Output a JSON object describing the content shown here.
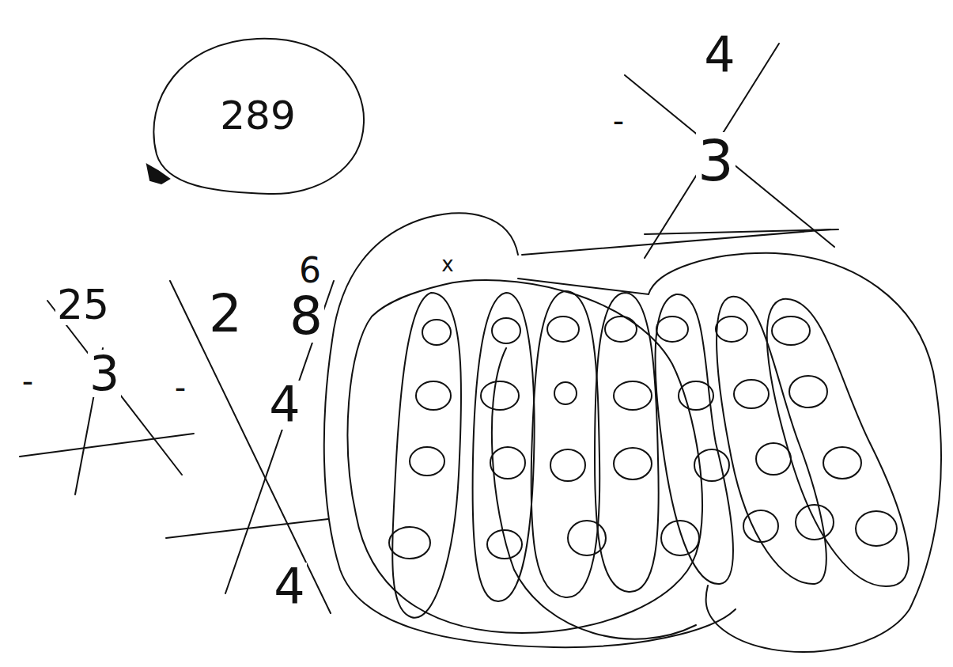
{
  "diagram": {
    "nodes": [
      {
        "text": [
          "289"
        ]
      }
    ],
    "labels": [
      "4",
      "-",
      "3",
      "25",
      "-",
      "3",
      "2",
      "8",
      "6",
      "-",
      "4",
      "4",
      "x"
    ]
  }
}
